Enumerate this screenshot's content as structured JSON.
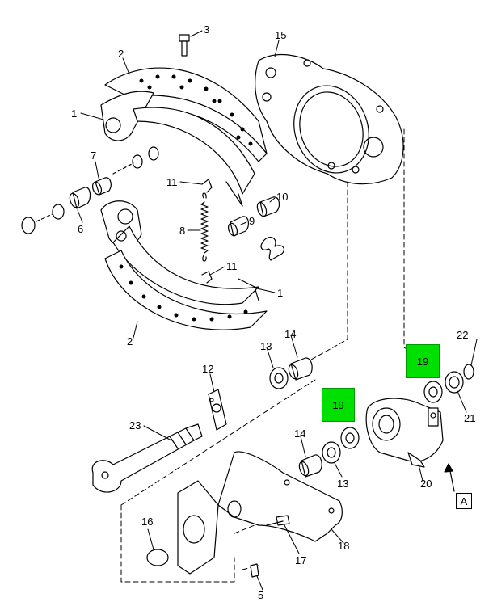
{
  "callouts": {
    "c1a": "1",
    "c2a": "2",
    "c3": "3",
    "c15": "15",
    "c7": "7",
    "c6": "6",
    "c11a": "11",
    "c8": "8",
    "c10": "10",
    "c9": "9",
    "c11b": "11",
    "c1b": "1",
    "c2b": "2",
    "c13a": "13",
    "c14a": "14",
    "c12": "12",
    "c22": "22",
    "c21": "21",
    "c23": "23",
    "c14b": "14",
    "c13b": "13",
    "c20": "20",
    "c16": "16",
    "c17": "17",
    "c18": "18",
    "c5": "5"
  },
  "highlights": {
    "h19a": "19",
    "h19b": "19"
  },
  "view_marker": "A",
  "colors": {
    "highlight": "#00e000",
    "line": "#000000",
    "background": "#ffffff"
  }
}
